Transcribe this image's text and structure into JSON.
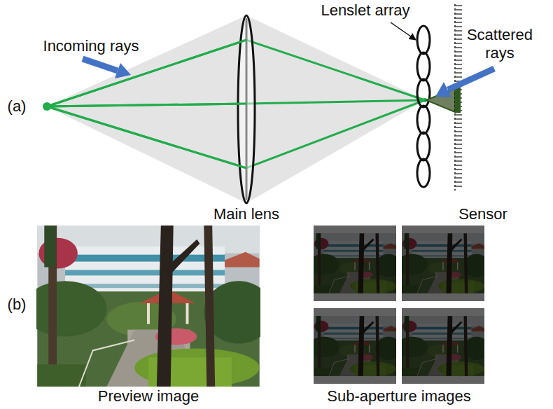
{
  "diagram": {
    "labels": [
      "(a)",
      "Incoming rays",
      "Lenslet array",
      "Scattered rays",
      "Main lens",
      "Sensor",
      "(b)",
      "Preview image",
      "Sub-aperture images"
    ]
  }
}
